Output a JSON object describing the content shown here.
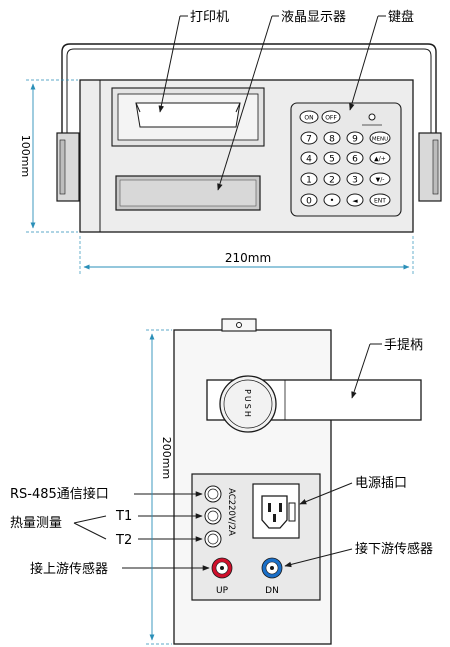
{
  "front_view": {
    "printer_label": "打印机",
    "lcd_label": "液晶显示器",
    "keypad_label": "键盘",
    "height_dim": "100mm",
    "width_dim": "210mm",
    "keys": [
      [
        "ON",
        "OFF"
      ],
      [
        "7",
        "8",
        "9",
        "MENU"
      ],
      [
        "4",
        "5",
        "6",
        "▲/+"
      ],
      [
        "1",
        "2",
        "3",
        "▼/-"
      ],
      [
        "0",
        "•",
        "◄",
        "ENT"
      ]
    ]
  },
  "back_view": {
    "handle_label": "手提柄",
    "push_text": "PUSH",
    "height_dim": "200mm",
    "rs485_label": "RS-485通信接口",
    "heat_label": "热量测量",
    "t1_label": "T1",
    "t2_label": "T2",
    "upstream_label": "接上游传感器",
    "power_label": "电源插口",
    "power_rating": "AC220V/2A",
    "downstream_label": "接下游传感器",
    "up_text": "UP",
    "dn_text": "DN"
  },
  "colors": {
    "up_connector": "#d0102c",
    "dn_connector": "#1a6fc8",
    "leader": "#1a1a1a",
    "dimension": "#2a8fb8"
  }
}
